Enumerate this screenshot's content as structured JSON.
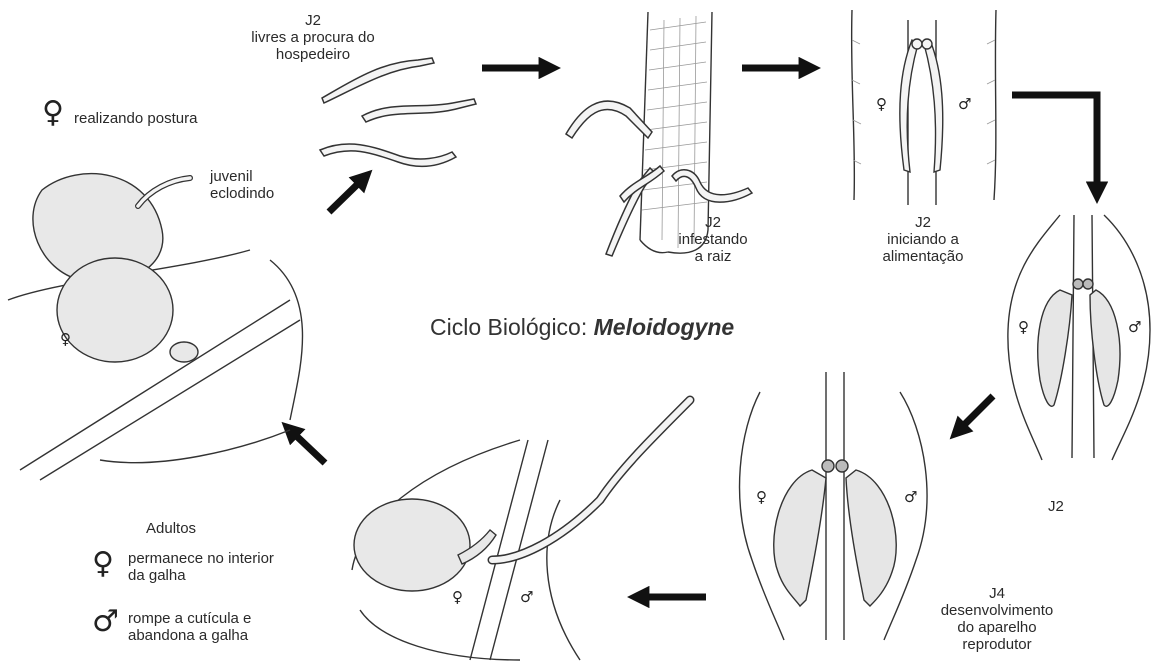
{
  "title": {
    "prefix": "Ciclo Biológico: ",
    "genus": "Meloidogyne"
  },
  "labels": {
    "j2_free": [
      "J2",
      "livres a procura do",
      "hospedeiro"
    ],
    "female_laying": "realizando postura",
    "juvenile_hatching": [
      "juvenil",
      "eclodindo"
    ],
    "j2_infesting": [
      "J2",
      "infestando",
      "a raiz"
    ],
    "j2_feeding": [
      "J2",
      "iniciando a",
      "alimentação"
    ],
    "j2_right": "J2",
    "j4": [
      "J4",
      "desenvolvimento",
      "do aparelho",
      "reprodutor"
    ],
    "adults_heading": "Adultos",
    "female_stays": [
      "permanece no interior",
      "da galha"
    ],
    "male_leaves": [
      "rompe a cutícula e",
      "abandona a galha"
    ]
  },
  "symbols": {
    "female": "♀",
    "male": "♂"
  }
}
